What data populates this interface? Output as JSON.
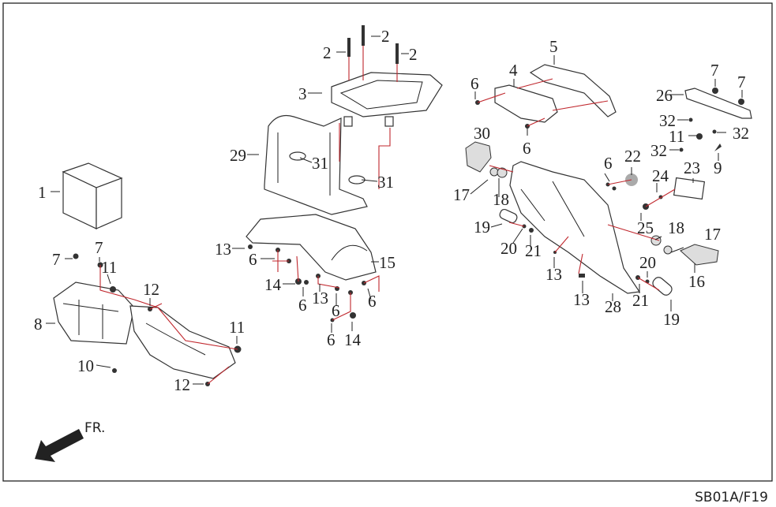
{
  "diagram": {
    "direction_label": "FR.",
    "diagram_code": "SB01A/F19",
    "callouts": [
      "2",
      "2",
      "2",
      "3",
      "5",
      "4",
      "6",
      "6",
      "7",
      "7",
      "26",
      "32",
      "32",
      "32",
      "11",
      "9",
      "30",
      "17",
      "18",
      "22",
      "6",
      "24",
      "23",
      "25",
      "18",
      "17",
      "19",
      "20",
      "21",
      "13",
      "13",
      "28",
      "21",
      "20",
      "16",
      "19",
      "29",
      "31",
      "31",
      "1",
      "13",
      "6",
      "15",
      "14",
      "6",
      "13",
      "6",
      "6",
      "6",
      "14",
      "7",
      "7",
      "11",
      "12",
      "8",
      "11",
      "10",
      "12"
    ],
    "colors": {
      "leader_red": "#c0272d",
      "line": "#222222"
    }
  }
}
